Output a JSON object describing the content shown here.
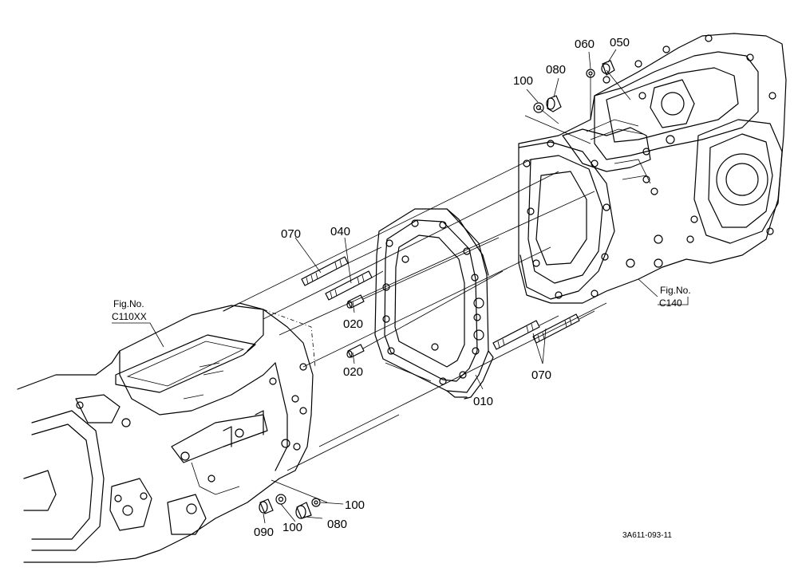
{
  "callouts": {
    "p010": "010",
    "p020a": "020",
    "p020b": "020",
    "p040": "040",
    "p050": "050",
    "p060": "060",
    "p070a": "070",
    "p070b": "070",
    "p080a": "080",
    "p080b": "080",
    "p090": "090",
    "p100a": "100",
    "p100b": "100",
    "p100c": "100"
  },
  "figrefs": {
    "left_line1": "Fig.No.",
    "left_line2": "C110XX",
    "right_line1": "Fig.No.",
    "right_line2": "C140"
  },
  "drawing_id": "3A611-093-11"
}
